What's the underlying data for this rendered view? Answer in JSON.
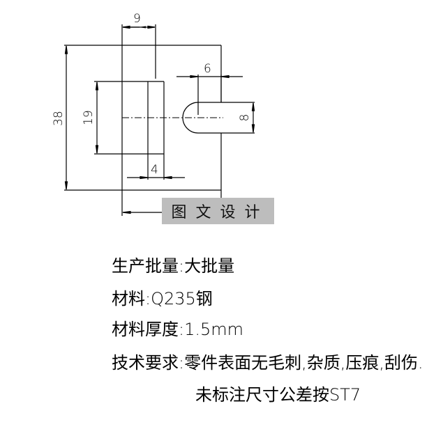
{
  "drawing": {
    "dimensions": {
      "overall_height": "38",
      "inner_height": "19",
      "top_offset": "9",
      "slot_width": "6",
      "slot_height": "8",
      "inner_strip": "4"
    },
    "watermark": "图文设计"
  },
  "notes": {
    "batch": "生产批量:大批量",
    "material": "材料:Q235钢",
    "thickness": "材料厚度:1.5mm",
    "requirements_line1": "技术要求:零件表面无毛刺,杂质,压痕,刮伤.",
    "requirements_line2": "未标注尺寸公差按ST7"
  }
}
